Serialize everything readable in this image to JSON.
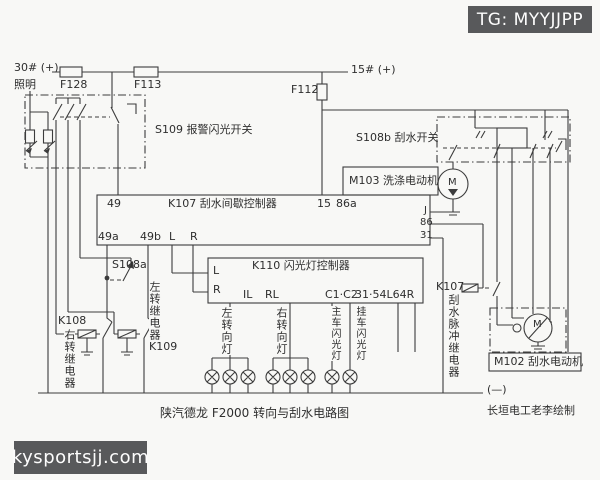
{
  "colors": {
    "line": "#3c3c3c",
    "text": "#2e2e2e",
    "background": "#f8f8f6",
    "watermark_bg": "#58595b",
    "watermark_text": "#fdfdfd"
  },
  "watermarks": {
    "tg": "TG: MYYJJPP",
    "site": "kysportsjj.com"
  },
  "labels": {
    "w30": "30# (+)",
    "lighting": "照明",
    "f128": "F128",
    "f113": "F113",
    "w15": "15# (+)",
    "f112": "F112",
    "s109": "S109 报警闪光开关",
    "s108b": "S108b 刮水开关",
    "s108a": "S108a",
    "m103": "M103 洗涤电动机",
    "m102": "M102 刮水电动机",
    "motor_letter": "M",
    "k107_49": "49",
    "k107_title": "K107 刮水间歇控制器",
    "k107_15": "15",
    "k107_86a": "86a",
    "k107_J": "J",
    "k107_86": "86",
    "k107_31": "31",
    "k107_49a": "49a",
    "k107_49b": "49b",
    "k107_L": "L",
    "k107_R": "R",
    "k110_title": "K110 闪光灯控制器",
    "k110_L": "L",
    "k110_R": "R",
    "k110_IL": "IL",
    "k110_RL": "RL",
    "k110_C": "C1·C2",
    "k110_31": "31·54L64R",
    "k108": "K108",
    "k108_name": "右转继电器",
    "k109": "K109",
    "k109_name": "左转继电器",
    "k107_relay": "K107",
    "k107_relay_name": "刮水脉冲继电器",
    "lamp_left": "左转向灯",
    "lamp_right": "右转向灯",
    "lamp_main": "主车闪光灯",
    "lamp_trailer": "挂车闪光灯",
    "ground": "(—)"
  },
  "captions": {
    "title": "陕汽德龙 F2000 转向与刮水电路图",
    "credit": "长垣电工老李绘制"
  }
}
